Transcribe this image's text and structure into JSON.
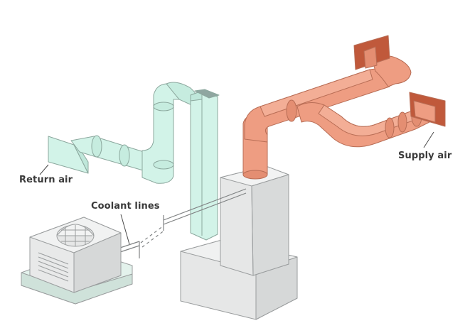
{
  "labels": {
    "return_air": "Return air",
    "coolant_lines": "Coolant lines",
    "supply_air": "Supply air"
  },
  "colors": {
    "return_duct": "#d2f3e8",
    "supply_duct": "#ee9d82",
    "supply_flange": "#c0593b",
    "unit_body": "#e5e6e6",
    "outline": "#8c8f90"
  },
  "components": [
    "air-handler-unit",
    "outdoor-condenser-unit",
    "return-duct",
    "supply-duct",
    "coolant-pipes"
  ]
}
